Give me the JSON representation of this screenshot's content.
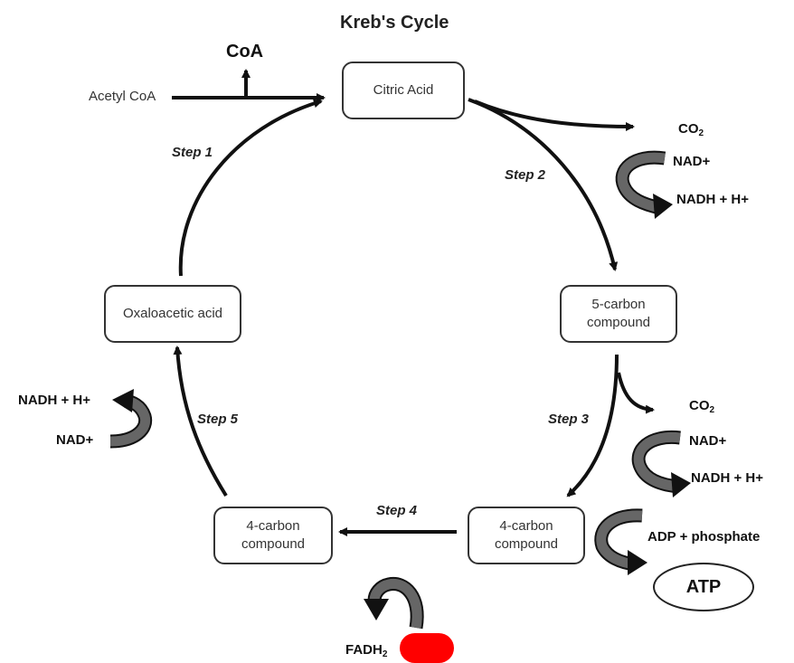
{
  "title": "Kreb's Cycle",
  "nodes": {
    "citric_acid": "Citric Acid",
    "five_carbon": "5-carbon compound",
    "four_carbon_right": "4-carbon compound",
    "four_carbon_left": "4-carbon compound",
    "oxaloacetic": "Oxaloacetic acid",
    "atp": "ATP"
  },
  "steps": {
    "step1": "Step 1",
    "step2": "Step 2",
    "step3": "Step 3",
    "step4": "Step 4",
    "step5": "Step 5"
  },
  "inputs": {
    "acetyl_coa": "Acetyl CoA",
    "coa": "CoA"
  },
  "step2_labels": {
    "co2": "CO",
    "co2_sub": "2",
    "nad": "NAD+",
    "nadh": "NADH + H+"
  },
  "step3_labels": {
    "co2": "CO",
    "co2_sub": "2",
    "nad": "NAD+",
    "nadh": "NADH + H+"
  },
  "step4_right_labels": {
    "adp": "ADP + phosphate"
  },
  "step4_bottom_labels": {
    "fadh": "FADH",
    "fadh_sub": "2"
  },
  "step5_labels": {
    "nadh": "NADH + H+",
    "nad": "NAD+"
  },
  "colors": {
    "arrow": "#111111",
    "curl": "#555555",
    "highlight": "#ff0000"
  }
}
